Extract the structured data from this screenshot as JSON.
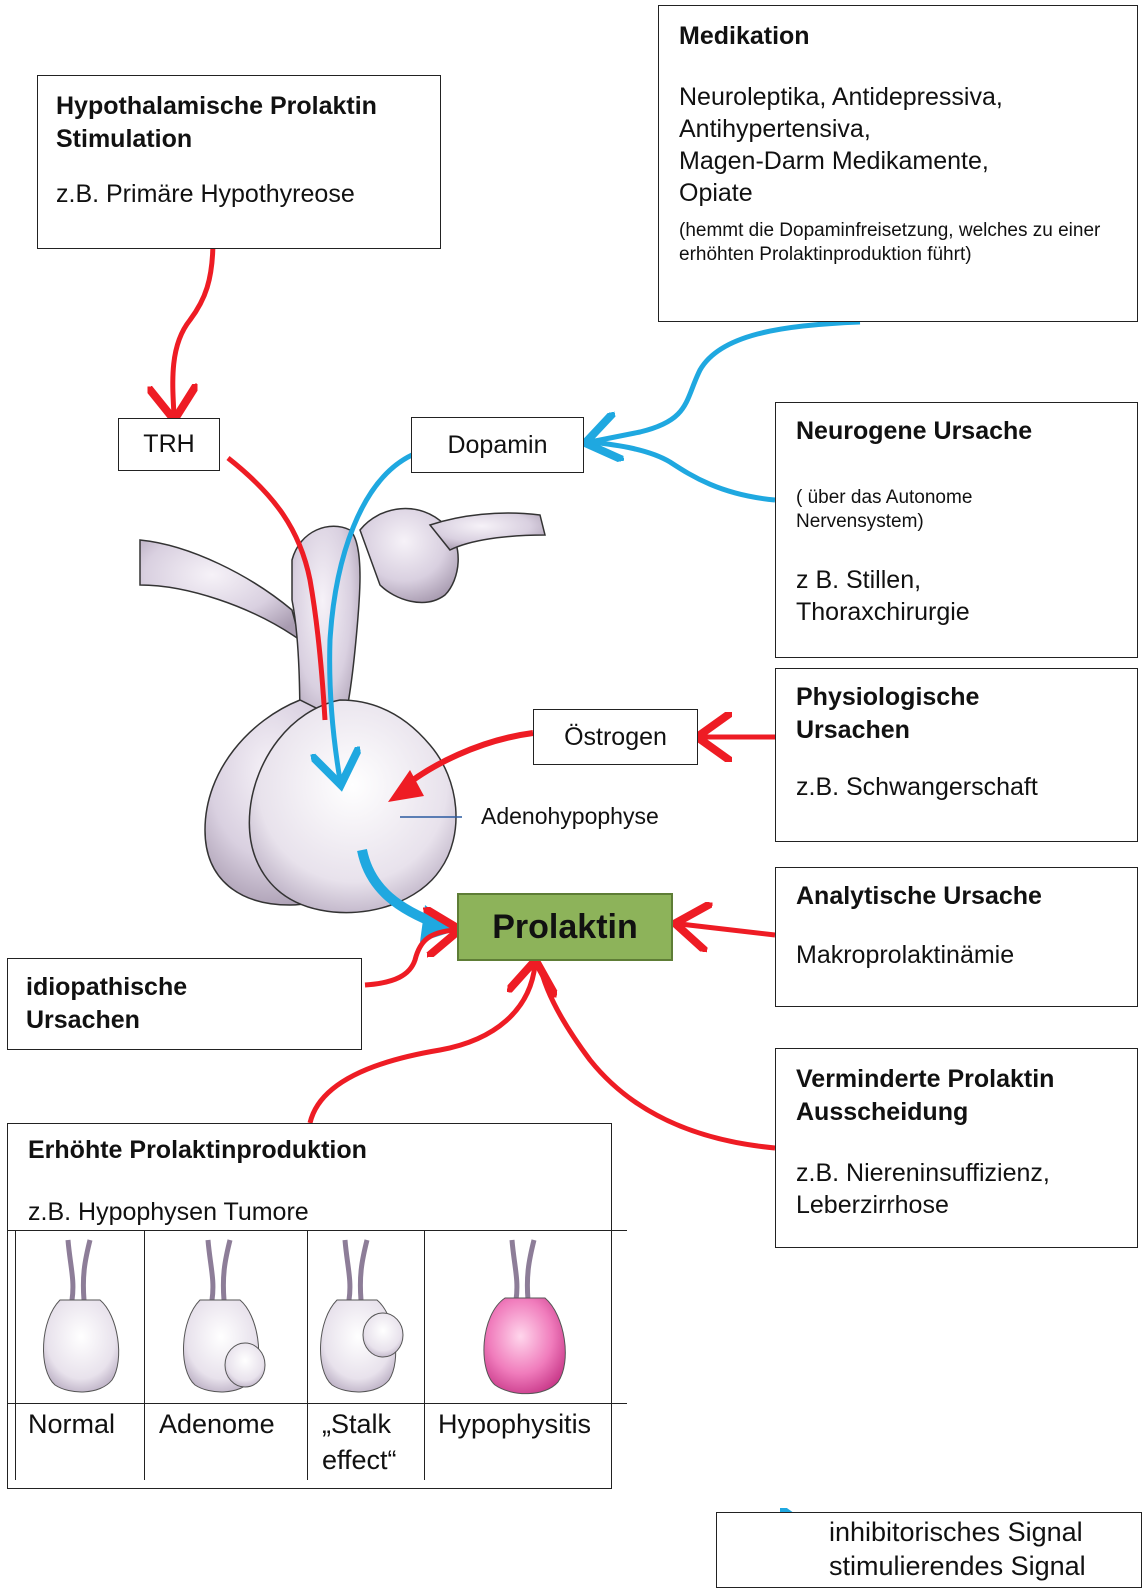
{
  "hypothalamic": {
    "title": "Hypothalamische Prolaktin Stimulation",
    "example": "z.B. Primäre Hypothyreose"
  },
  "medication": {
    "title": "Medikation",
    "drugs": [
      "Neuroleptika, Antidepressiva,",
      "Antihypertensiva,",
      "Magen-Darm Medikamente,",
      "Opiate"
    ],
    "note": "(hemmt die Dopaminfreisetzung, welches zu einer erhöhten Prolaktinproduktion führt)"
  },
  "labels": {
    "trh": "TRH",
    "dopamin": "Dopamin",
    "oestrogen": "Östrogen",
    "adeno": "Adenohypophyse",
    "prolaktin": "Prolaktin"
  },
  "neurogenic": {
    "title": "Neurogene Ursache",
    "note": "( über das Autonome Nervensystem)",
    "example": "z B. Stillen, Thoraxchirurgie"
  },
  "physiological": {
    "title": "Physiologische Ursachen",
    "example": "z.B. Schwangerschaft"
  },
  "analytical": {
    "title": "Analytische Ursache",
    "example": "Makroprolaktinämie"
  },
  "idiopathic": {
    "title": "idiopathische Ursachen"
  },
  "reduced": {
    "title": "Verminderte Prolaktin Ausscheidung",
    "example": "z.B. Niereninsuffizienz, Leberzirrhose"
  },
  "increased": {
    "title": "Erhöhte Prolaktinproduktion",
    "example": "z.B. Hypophysen Tumore",
    "columns": [
      "Normal",
      "Adenome",
      "„Stalk effect“",
      "Hypophysitis"
    ]
  },
  "legend": {
    "inhibitory": "inhibitorisches Signal",
    "stimulating": "stimulierendes Signal"
  },
  "colors": {
    "inhibitory": "#1fa8e0",
    "stimulating": "#ee1c24",
    "prolaktin_fill": "#8db35a",
    "gland": "#d9d0e0"
  }
}
